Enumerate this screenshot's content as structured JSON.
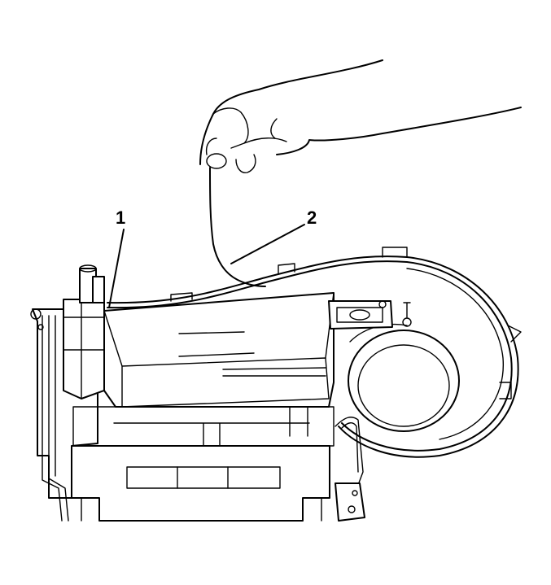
{
  "callouts": [
    {
      "label": "1",
      "target": "case"
    },
    {
      "label": "2",
      "target": "string"
    }
  ]
}
